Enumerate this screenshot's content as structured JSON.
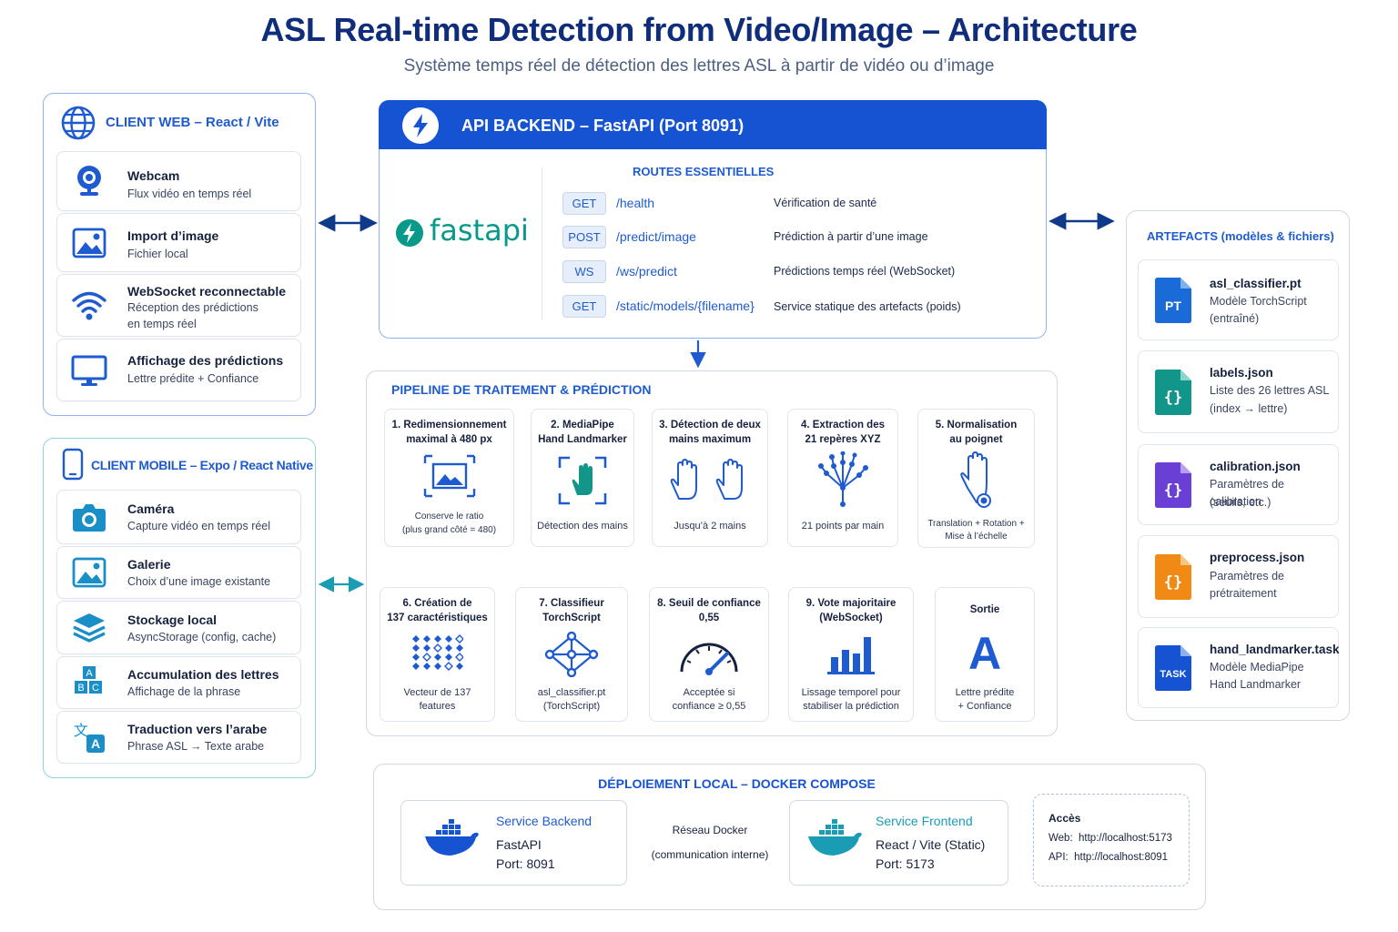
{
  "header": {
    "title": "ASL Real-time Detection from Video/Image – Architecture",
    "subtitle": "Système temps réel de détection des lettres ASL à partir de vidéo ou d’image"
  },
  "client_web": {
    "title": "CLIENT WEB – React / Vite",
    "items": [
      {
        "title": "Webcam",
        "desc": "Flux vidéo en temps réel",
        "icon": "webcam-icon"
      },
      {
        "title": "Import d’image",
        "desc": "Fichier local",
        "icon": "image-icon"
      },
      {
        "title": "WebSocket reconnectable",
        "desc": "Réception des prédictions",
        "desc2": "en temps réel",
        "icon": "wifi-icon"
      },
      {
        "title": "Affichage des prédictions",
        "desc": "Lettre prédite + Confiance",
        "icon": "monitor-icon"
      }
    ]
  },
  "client_mobile": {
    "title": "CLIENT MOBILE – Expo / React Native",
    "items": [
      {
        "title": "Caméra",
        "desc": "Capture vidéo en temps réel",
        "icon": "camera-icon"
      },
      {
        "title": "Galerie",
        "desc": "Choix d’une image existante",
        "icon": "gallery-icon"
      },
      {
        "title": "Stockage local",
        "desc": "AsyncStorage (config, cache)",
        "icon": "layers-icon"
      },
      {
        "title": "Accumulation des lettres",
        "desc": "Affichage de la phrase",
        "icon": "letter-blocks-icon"
      },
      {
        "title": "Traduction vers l’arabe",
        "desc": "Phrase ASL → Texte arabe",
        "icon": "translate-icon"
      }
    ]
  },
  "api": {
    "title": "API BACKEND – FastAPI (Port 8091)",
    "logo_text": "fastapi",
    "routes_title": "ROUTES ESSENTIELLES",
    "routes": [
      {
        "method": "GET",
        "path": "/health",
        "desc": "Vérification de santé"
      },
      {
        "method": "POST",
        "path": "/predict/image",
        "desc": "Prédiction à partir d’une image"
      },
      {
        "method": "WS",
        "path": "/ws/predict",
        "desc": "Prédictions temps réel (WebSocket)"
      },
      {
        "method": "GET",
        "path": "/static/models/{filename}",
        "desc": "Service statique des artefacts (poids)"
      }
    ]
  },
  "pipeline": {
    "title": "PIPELINE DE TRAITEMENT & PRÉDICTION",
    "steps_row1": [
      {
        "head1": "1. Redimensionnement",
        "head2": "maximal à 480 px",
        "foot1": "Conserve le ratio",
        "foot2": "(plus grand côté = 480)"
      },
      {
        "head1": "2. MediaPipe",
        "head2": "Hand Landmarker",
        "foot1": "Détection des mains",
        "foot2": ""
      },
      {
        "head1": "3. Détection de deux",
        "head2": "mains maximum",
        "foot1": "Jusqu’à 2 mains",
        "foot2": ""
      },
      {
        "head1": "4. Extraction des",
        "head2": "21 repères XYZ",
        "foot1": "21 points par main",
        "foot2": ""
      },
      {
        "head1": "5. Normalisation",
        "head2": "au poignet",
        "foot1": "Translation + Rotation +",
        "foot2": "Mise à l’échelle"
      }
    ],
    "steps_row2": [
      {
        "head1": "6. Création de",
        "head2": "137 caractéristiques",
        "foot1": "Vecteur de 137",
        "foot2": "features"
      },
      {
        "head1": "7. Classifieur",
        "head2": "TorchScript",
        "foot1": "asl_classifier.pt",
        "foot2": "(TorchScript)"
      },
      {
        "head1": "8. Seuil de confiance",
        "head2": "0,55",
        "foot1": "Acceptée si",
        "foot2": "confiance ≥ 0,55"
      },
      {
        "head1": "9. Vote majoritaire",
        "head2": "(WebSocket)",
        "foot1": "Lissage temporel pour",
        "foot2": "stabiliser la prédiction"
      },
      {
        "head1": "Sortie",
        "head2": "",
        "foot1": "Lettre prédite",
        "foot2": "+ Confiance",
        "big": "A"
      }
    ]
  },
  "artefacts": {
    "title": "ARTEFACTS (modèles & fichiers)",
    "items": [
      {
        "name": "asl_classifier.pt",
        "desc1": "Modèle TorchScript",
        "desc2": "(entraîné)",
        "badge": "PT",
        "color": "#1a6ad8"
      },
      {
        "name": "labels.json",
        "desc1": "Liste des 26 lettres ASL",
        "desc2": "(index → lettre)",
        "badge": "{ }",
        "color": "#12968a"
      },
      {
        "name": "calibration.json",
        "desc1": "Paramètres de calibration",
        "desc2": "(seuils, etc.)",
        "badge": "{ }",
        "color": "#6a3fd6"
      },
      {
        "name": "preprocess.json",
        "desc1": "Paramètres de",
        "desc2": "prétraitement",
        "badge": "{ }",
        "color": "#f08a14"
      },
      {
        "name": "hand_landmarker.task",
        "desc1": "Modèle MediaPipe",
        "desc2": "Hand Landmarker",
        "badge": "TASK",
        "color": "#1553d2"
      }
    ]
  },
  "deploy": {
    "title": "DÉPLOIEMENT LOCAL – DOCKER COMPOSE",
    "backend": {
      "name": "Service Backend",
      "line1": "FastAPI",
      "line2": "Port: 8091"
    },
    "network": {
      "line1": "Réseau Docker",
      "line2": "(communication interne)"
    },
    "frontend": {
      "name": "Service Frontend",
      "line1": "React / Vite (Static)",
      "line2": "Port: 5173"
    },
    "access": {
      "title": "Accès",
      "web": "Web:  http://localhost:5173",
      "api": "API:  http://localhost:8091"
    }
  },
  "colors": {
    "primary": "#1553d2",
    "accent": "#1f5bd0",
    "teal": "#12968a",
    "border": "#8fb3ee"
  }
}
